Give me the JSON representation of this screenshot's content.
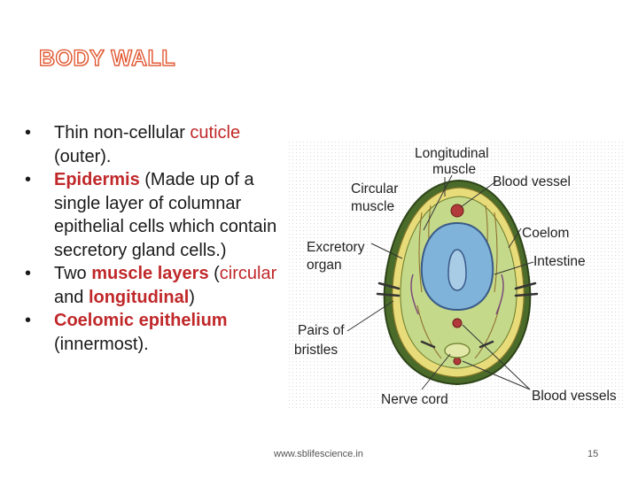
{
  "slide": {
    "title": "BODY WALL",
    "bullets": [
      {
        "parts": [
          {
            "text": "Thin non-cellular ",
            "style": "normal"
          },
          {
            "text": "cuticle",
            "style": "red"
          },
          {
            "text": " (outer).",
            "style": "normal"
          }
        ]
      },
      {
        "parts": [
          {
            "text": "Epidermis",
            "style": "red-bold"
          },
          {
            "text": " (Made up of a single layer of columnar epithelial cells which contain secretory gland cells.)",
            "style": "normal"
          }
        ]
      },
      {
        "parts": [
          {
            "text": "Two ",
            "style": "normal"
          },
          {
            "text": "muscle layers",
            "style": "red-bold"
          },
          {
            "text": " (",
            "style": "normal"
          },
          {
            "text": "circular",
            "style": "red"
          },
          {
            "text": " and ",
            "style": "normal"
          },
          {
            "text": "longitudinal",
            "style": "red-bold"
          },
          {
            "text": ")",
            "style": "normal"
          }
        ]
      },
      {
        "parts": [
          {
            "text": "Coelomic epithelium",
            "style": "red-bold"
          },
          {
            "text": " (innermost).",
            "style": "normal"
          }
        ]
      }
    ],
    "bullet_char": "•",
    "footer_url": "www.sblifescience.in",
    "page_number": "15"
  },
  "diagram": {
    "labels": {
      "longitudinal_1": "Longitudinal",
      "longitudinal_2": "muscle",
      "blood_vessel": "Blood vessel",
      "circular_1": "Circular",
      "circular_2": "muscle",
      "coelom": "Coelom",
      "excretory_1": "Excretory",
      "excretory_2": "organ",
      "intestine": "Intestine",
      "pairs_1": "Pairs of",
      "pairs_2": "bristles",
      "nerve_cord": "Nerve cord",
      "blood_vessels": "Blood vessels"
    }
  },
  "colors": {
    "title_outline": "#e0512a",
    "accent_red": "#c0282a",
    "outer_wall": "#e8dc7a",
    "inner_wall": "#b8c86a",
    "intestine": "#7fb3d9",
    "coelom": "#c5d98a"
  }
}
